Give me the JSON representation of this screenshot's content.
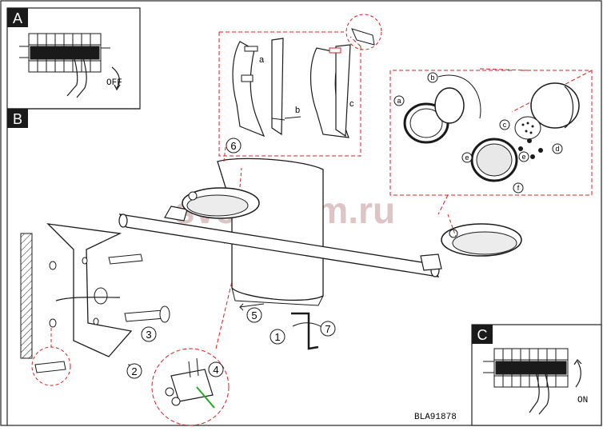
{
  "panels": {
    "a": {
      "label": "A",
      "caption": "OFF"
    },
    "b": {
      "label": "B"
    },
    "c": {
      "label": "C",
      "caption": "ON"
    }
  },
  "parts": [
    "a",
    "b",
    "c",
    "d",
    "e",
    "f"
  ],
  "detail_labels": {
    "bracket_a": "a",
    "bracket_b": "b",
    "bracket_c": "c"
  },
  "steps": [
    "1",
    "2",
    "3",
    "4",
    "5",
    "6",
    "7"
  ],
  "model": "BLA91878",
  "watermark": "svetodom.ru",
  "colors": {
    "line": "#1a1a1a",
    "callout": "#d42020",
    "watermark": "#d8bcbc",
    "terminal_green": "#22aa22"
  }
}
